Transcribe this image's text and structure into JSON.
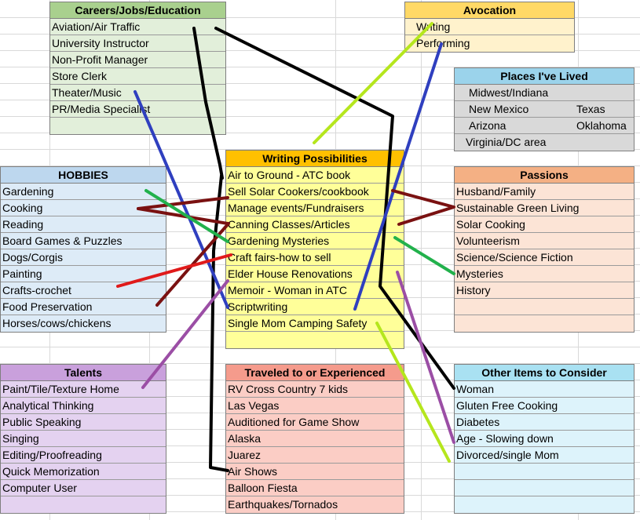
{
  "careers": {
    "title": "Careers/Jobs/Education",
    "items": [
      "Aviation/Air Traffic",
      "University Instructor",
      "Non-Profit Manager",
      "Store Clerk",
      "Theater/Music",
      "PR/Media  Specialist",
      ""
    ]
  },
  "avocation": {
    "title": "Avocation",
    "items": [
      "Writing",
      "Performing"
    ]
  },
  "places": {
    "title": "Places I've Lived",
    "rows": [
      {
        "a": "Midwest/Indiana",
        "b": ""
      },
      {
        "a": "New Mexico",
        "b": "Texas"
      },
      {
        "a": "Arizona",
        "b": "Oklahoma"
      },
      {
        "a": "Virginia/DC area",
        "b": ""
      }
    ]
  },
  "writing": {
    "title": "Writing  Possibilities",
    "items": [
      "Air to Ground - ATC book",
      "Sell Solar Cookers/cookbook",
      "Manage events/Fundraisers",
      "Canning Classes/Articles",
      "Gardening Mysteries",
      "Craft fairs-how to sell",
      "Elder House Renovations",
      "Memoir - Woman in ATC",
      "Scriptwriting",
      "Single Mom Camping Safety",
      ""
    ]
  },
  "hobbies": {
    "title": "HOBBIES",
    "items": [
      "Gardening",
      "Cooking",
      "Reading",
      "Board Games & Puzzles",
      "Dogs/Corgis",
      "Painting",
      "Crafts-crochet",
      "Food Preservation",
      "Horses/cows/chickens"
    ]
  },
  "passions": {
    "title": "Passions",
    "items": [
      "Husband/Family",
      "Sustainable Green Living",
      "Solar Cooking",
      "Volunteerism",
      "Science/Science Fiction",
      "Mysteries",
      "History",
      "",
      ""
    ]
  },
  "talents": {
    "title": "Talents",
    "items": [
      "Paint/Tile/Texture Home",
      "Analytical Thinking",
      "Public Speaking",
      "Singing",
      "Editing/Proofreading",
      "Quick Memorization",
      "Computer User",
      ""
    ]
  },
  "traveled": {
    "title": "Traveled to or Experienced",
    "items": [
      "RV Cross Country 7 kids",
      "Las Vegas",
      "Auditioned for Game Show",
      "Alaska",
      "Juarez",
      "Air Shows",
      "Balloon Fiesta",
      "Earthquakes/Tornados"
    ]
  },
  "other": {
    "title": "Other Items to Consider",
    "items": [
      "Woman",
      "Gluten Free Cooking",
      "Diabetes",
      "Age - Slowing down",
      "Divorced/single Mom",
      "",
      "",
      ""
    ]
  },
  "colors": {
    "careers_header": "#a9d08e",
    "careers_body": "#e2efda",
    "avocation_header": "#ffd966",
    "avocation_body": "#fff2cc",
    "places_header": "#9bd3eb",
    "places_body": "#d9d9d9",
    "writing_header": "#ffc000",
    "writing_body": "#ffff99",
    "hobbies_header": "#bdd7ee",
    "hobbies_body": "#ddebf7",
    "passions_header": "#f4b084",
    "passions_body": "#fce4d6",
    "talents_header": "#c9a0dc",
    "talents_body": "#e4d2f0",
    "traveled_header": "#f59b8c",
    "traveled_body": "#fbcdc5",
    "other_header": "#a9e1f2",
    "other_body": "#ddf3fb"
  },
  "connector_colors": [
    "black",
    "blue",
    "yellow-green",
    "dark-red",
    "red",
    "green",
    "purple"
  ]
}
